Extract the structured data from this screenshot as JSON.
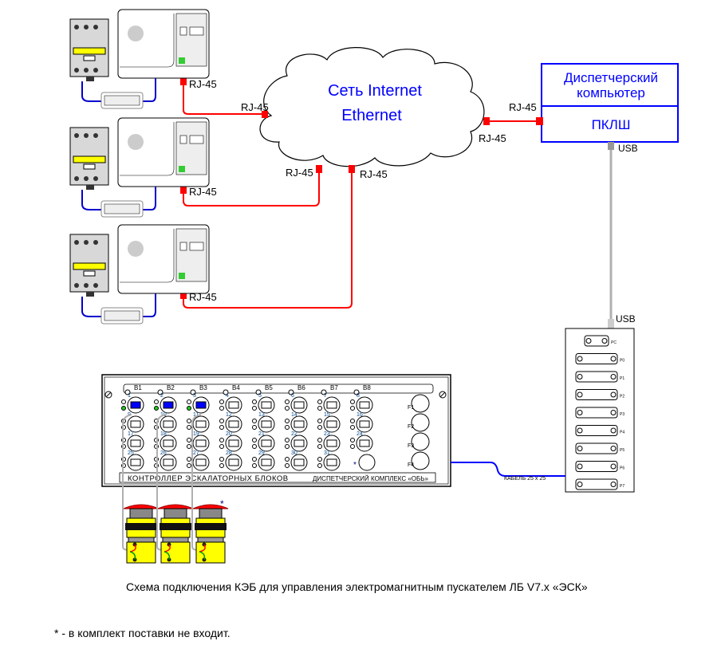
{
  "network": {
    "cloud_line1": "Сеть Internet",
    "cloud_line2": "Ethernet"
  },
  "dispatcher": {
    "line1": "Диспетчерский",
    "line2": "компьютер",
    "pklsh": "ПКЛШ"
  },
  "labels": {
    "rj45": "RJ-45",
    "usb": "USB",
    "cable": "КАБЕЛЬ 25 х 25"
  },
  "controller": {
    "title_left": "КОНТРОЛЛЕР  ЭСКАЛАТОРНЫХ  БЛОКОВ",
    "title_right": "ДИСПЕТЧЕРСКИЙ КОМПЛЕКС «ОБЬ»",
    "buses": [
      "B1",
      "B2",
      "B3",
      "B4",
      "B5",
      "B6",
      "B7",
      "B8"
    ],
    "fuses": [
      "F1",
      "F2",
      "F3",
      "F4"
    ],
    "star": "*"
  },
  "usb_panel": {
    "ports": [
      "PC",
      "P0",
      "P1",
      "P2",
      "P3",
      "P4",
      "P5",
      "P6",
      "P7"
    ]
  },
  "caption": "Схема подключения КЭБ для управления электромагнитным пускателем ЛБ V7.x «ЭСК»",
  "footnote": "* - в комплект поставки не входит.",
  "colors": {
    "ethernet": "#ff0000",
    "cable": "#0000ff",
    "usb": "#b0b0b0",
    "text_blue": "#0000ff"
  }
}
